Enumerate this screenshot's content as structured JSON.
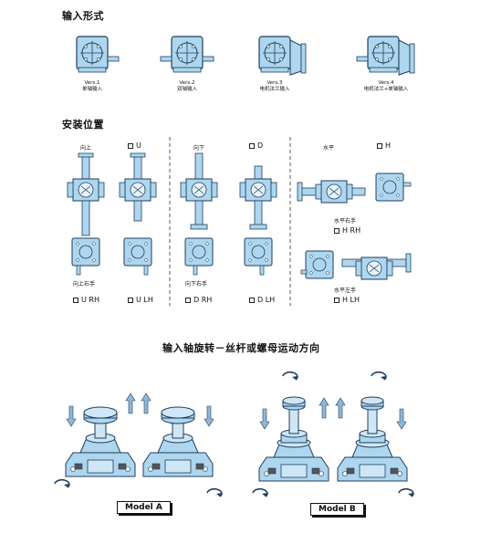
{
  "section_input": {
    "title": "输入形式",
    "versions": [
      {
        "name": "Vers.1",
        "desc": "单轴输入"
      },
      {
        "name": "Vers.2",
        "desc": "双轴输入"
      },
      {
        "name": "Vers.3",
        "desc": "电机法兰输入"
      },
      {
        "name": "Vers.4",
        "desc": "电机法兰+单轴输入"
      }
    ]
  },
  "section_mount": {
    "title": "安装位置",
    "groups": [
      {
        "top_label": "向上",
        "code": "U",
        "sub_label": "向上右手",
        "rh": "U RH",
        "lh": "U LH"
      },
      {
        "top_label": "向下",
        "code": "D",
        "sub_label": "向下右手",
        "rh": "D RH",
        "lh": "D LH"
      },
      {
        "top_label": "水平",
        "code": "H",
        "sub_label": "水平右手",
        "rh": "H RH",
        "sub_label2": "水平左手",
        "lh": "H LH"
      }
    ]
  },
  "section_rotation": {
    "title": "输入轴旋转－丝杆或螺母运动方向",
    "models": [
      "Model A",
      "Model B"
    ]
  },
  "colors": {
    "body": "#aed6ee",
    "outline": "#1f3f5f",
    "arrow": "#8fb8d8"
  }
}
